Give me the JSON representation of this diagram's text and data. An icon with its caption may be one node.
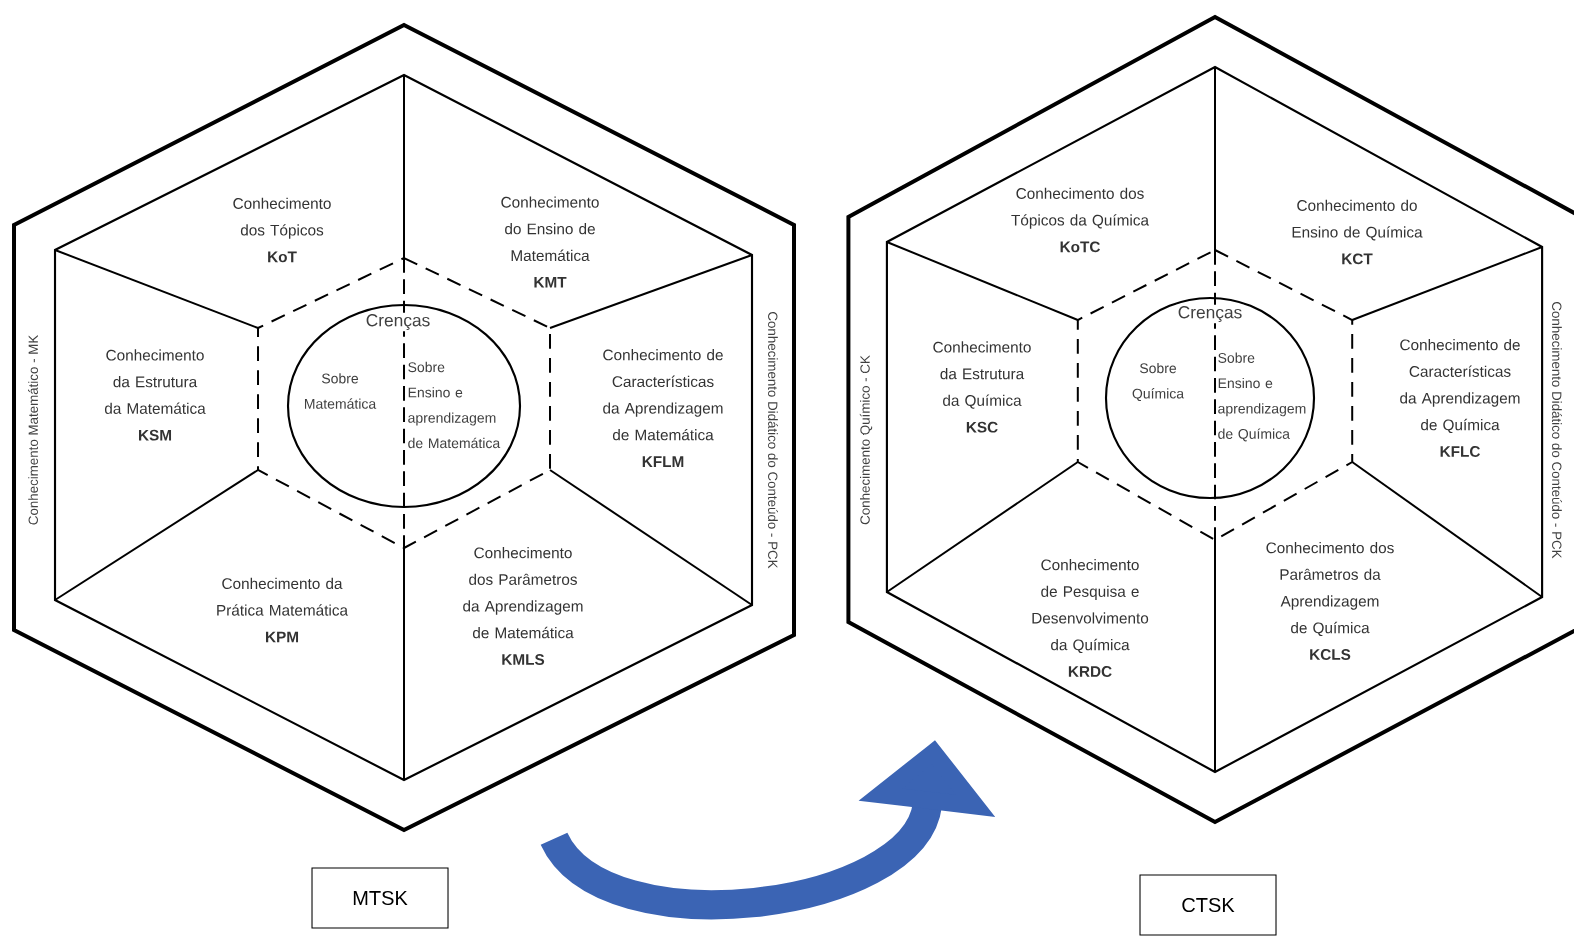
{
  "diagram": {
    "nodes": [
      {
        "text": [
          "Conhecimento Matemático - MK",
          "Conhecimento Didático do Conteúdo - PCK"
        ]
      },
      {
        "text": [
          "Conhecimento dos Tópicos",
          "KoT"
        ],
        "in": 0
      },
      {
        "text": [
          "Conhecimento do Ensino de Matemática",
          "KMT"
        ],
        "in": 0
      },
      {
        "text": [
          "Conhecimento da Estrutura da Matemática",
          "KSM"
        ],
        "in": 0
      },
      {
        "text": [
          "Conhecimento de Características da Aprendizagem de Matemática",
          "KFLM"
        ],
        "in": 0
      },
      {
        "text": [
          "Conhecimento da Prática Matemática",
          "KPM"
        ],
        "in": 0
      },
      {
        "text": [
          "Conhecimento dos Parâmetros da Aprendizagem de Matemática",
          "KMLS"
        ],
        "in": 0
      },
      {
        "text": [
          "Crenças"
        ],
        "in": 0
      },
      {
        "text": [
          "Sobre Matemática"
        ],
        "in": 7
      },
      {
        "text": [
          "Sobre Ensino e aprendizagem de Matemática"
        ],
        "in": 7
      },
      {
        "text": [
          "MTSK"
        ]
      },
      {
        "text": [
          "Conhecimento Químico - CK",
          "Conhecimento Didático do Conteúdo - PCK"
        ]
      },
      {
        "text": [
          "Conhecimento dos Tópicos da Química",
          "KoTC"
        ],
        "in": 11
      },
      {
        "text": [
          "Conhecimento do Ensino de Química",
          "KCT"
        ],
        "in": 11
      },
      {
        "text": [
          "Conhecimento da Estrutura da Química",
          "KSC"
        ],
        "in": 11
      },
      {
        "text": [
          "Conhecimento de Características da Aprendizagem de Química",
          "KFLC"
        ],
        "in": 11
      },
      {
        "text": [
          "Conhecimento de Pesquisa e Desenvolvimento da Química",
          "KRDC"
        ],
        "in": 11
      },
      {
        "text": [
          "Conhecimento dos Parâmetros da Aprendizagem de Química",
          "KCLS"
        ],
        "in": 11
      },
      {
        "text": [
          "Crenças"
        ],
        "in": 11
      },
      {
        "text": [
          "Sobre Química"
        ],
        "in": 18
      },
      {
        "text": [
          "Sobre Ensino e aprendizagem de Química"
        ],
        "in": 18
      },
      {
        "text": [
          "CTSK"
        ]
      }
    ],
    "edges": [
      {
        "from": 0,
        "to": 11,
        "arrow": "to"
      }
    ]
  }
}
